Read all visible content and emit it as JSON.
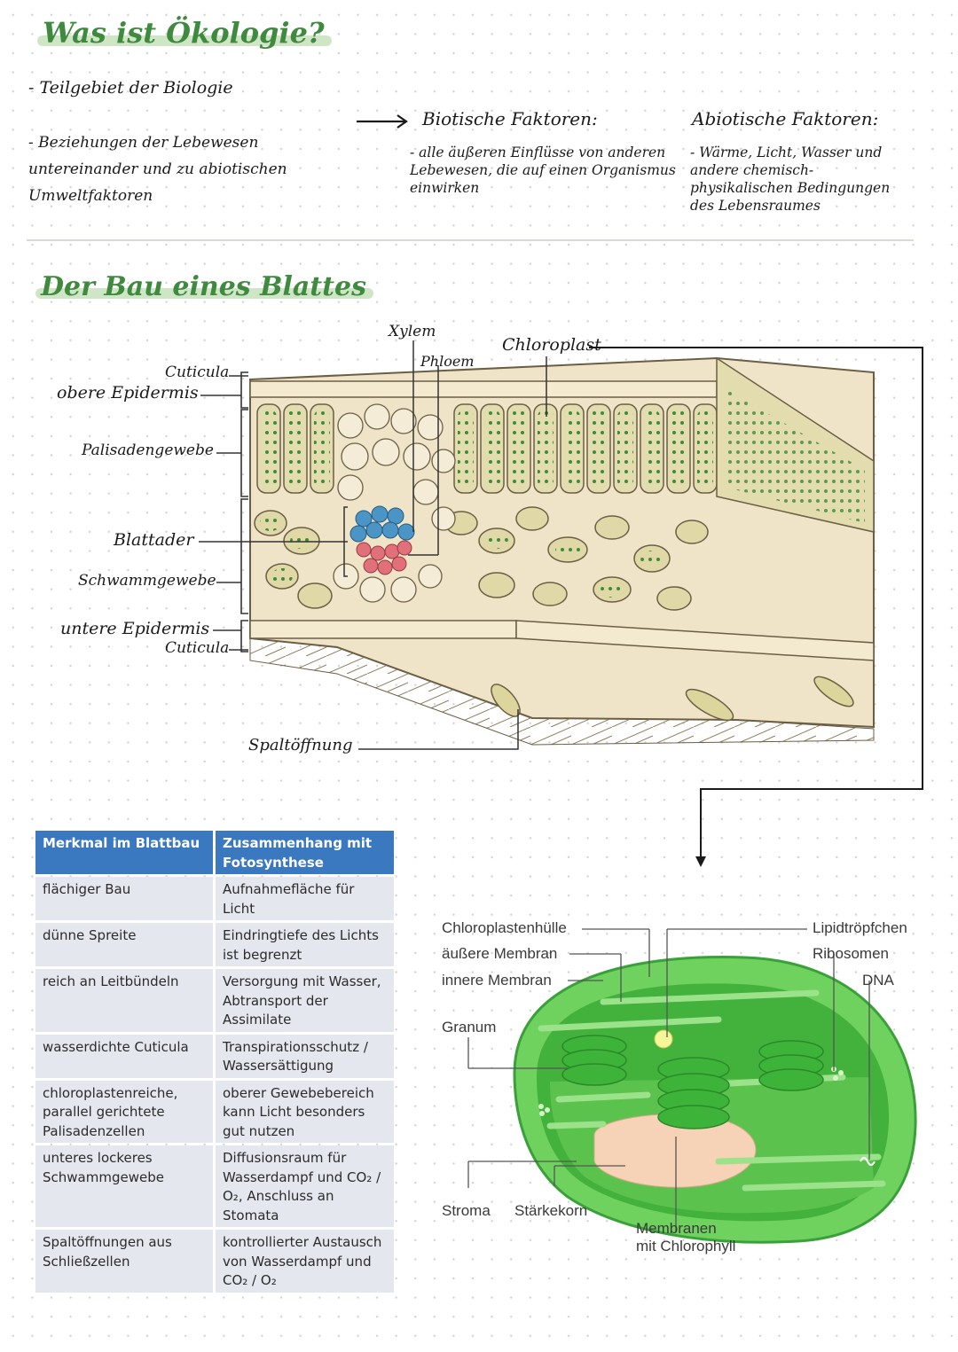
{
  "heading1": "Was ist Ökologie?",
  "intro": {
    "line1": "- Teilgebiet der Biologie",
    "line2": "- Beziehungen der Lebewesen untereinander und zu abiotischen Umweltfaktoren"
  },
  "biotic": {
    "heading": "Biotische Faktoren:",
    "text": "- alle äußeren Einflüsse von anderen Lebewesen, die auf einen Organismus einwirken"
  },
  "abiotic": {
    "heading": "Abiotische Faktoren:",
    "text": "- Wärme, Licht, Wasser und andere chemisch-physikalischen Bedingungen des Lebensraumes"
  },
  "heading2": "Der Bau eines Blattes",
  "leaf_labels": {
    "cuticula_top": "Cuticula",
    "upper_epidermis": "obere Epidermis",
    "palisade": "Palisadengewebe",
    "vein": "Blattader",
    "spongy": "Schwammgewebe",
    "lower_epidermis": "untere Epidermis",
    "cuticula_bottom": "Cuticula",
    "xylem": "Xylem",
    "phloem": "Phloem",
    "chloroplast": "Chloroplast",
    "stoma": "Spaltöffnung"
  },
  "table": {
    "headers": [
      "Merkmal im Blattbau",
      "Zusammenhang mit Fotosynthese"
    ],
    "rows": [
      [
        "flächiger Bau",
        "Aufnahmefläche für Licht"
      ],
      [
        "dünne Spreite",
        "Eindringtiefe des Lichts ist begrenzt"
      ],
      [
        "reich an Leitbündeln",
        "Versorgung mit Wasser, Abtransport der Assimilate"
      ],
      [
        "wasserdichte Cuticula",
        "Transpirationsschutz / Wassersättigung"
      ],
      [
        "chloroplastenreiche, parallel gerichtete Palisadenzellen",
        "oberer Gewebebereich kann Licht besonders gut nutzen"
      ],
      [
        "unteres lockeres Schwammgewebe",
        "Diffusionsraum für Wasserdampf und CO₂ / O₂, Anschluss an Stomata"
      ],
      [
        "Spaltöffnungen aus Schließzellen",
        "kontrollierter Austausch von Wasserdampf und CO₂ / O₂"
      ]
    ]
  },
  "chloroplast_labels": {
    "envelope": "Chloroplastenhülle",
    "outer": "äußere Membran",
    "inner": "innere Membran",
    "granum": "Granum",
    "stroma": "Stroma",
    "starch": "Stärkekorn",
    "membranes_line1": "Membranen",
    "membranes_line2": "mit Chlorophyll",
    "lipid": "Lipidtröpfchen",
    "ribosomes": "Ribosomen",
    "dna": "DNA"
  },
  "colors": {
    "title_green": "#3f8a3f",
    "highlight": "#cfe6c6",
    "table_header": "#3a78c0",
    "table_cell": "#e5e7ef",
    "chloroplast_green": "#5cc24e",
    "xylem_blue": "#4a95c6",
    "phloem_red": "#e0707a"
  }
}
